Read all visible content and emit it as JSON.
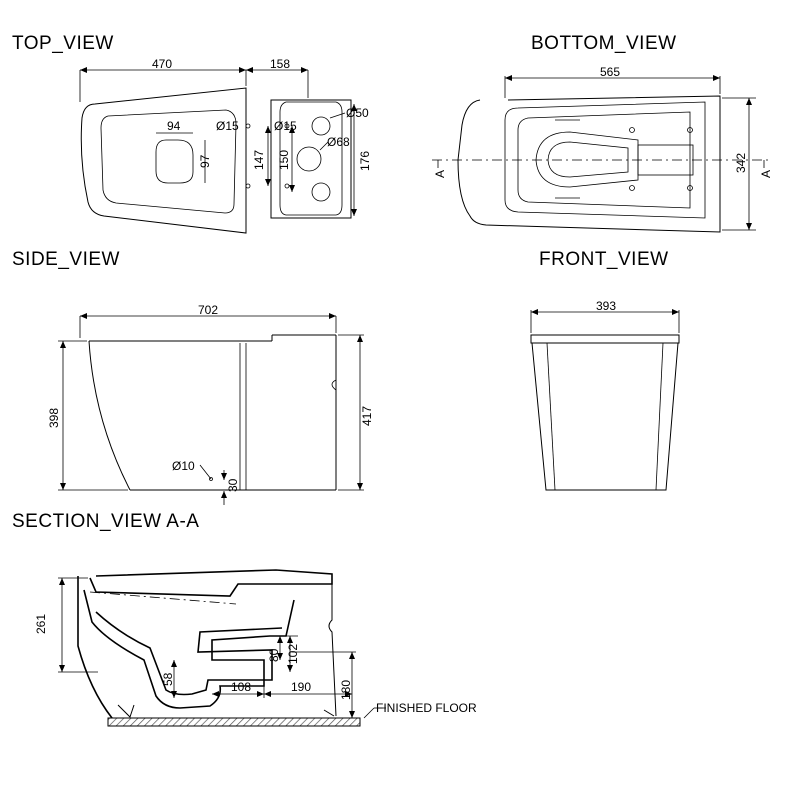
{
  "views": {
    "top": {
      "title": "TOP_VIEW",
      "dims": {
        "d470": "470",
        "d158": "158",
        "d15a": "Ø15",
        "d15b": "Ø15",
        "d94": "94",
        "d97": "97",
        "d147": "147",
        "d150": "150",
        "d176": "176",
        "d50": "Ø50",
        "d68": "Ø68"
      }
    },
    "bottom": {
      "title": "BOTTOM_VIEW",
      "dims": {
        "d565": "565",
        "d342": "342",
        "secA_left": "A",
        "secA_right": "A"
      }
    },
    "side": {
      "title": "SIDE_VIEW",
      "dims": {
        "d702": "702",
        "d398": "398",
        "d417": "417",
        "d10": "Ø10",
        "d30": "30"
      }
    },
    "front": {
      "title": "FRONT_VIEW",
      "dims": {
        "d393": "393"
      }
    },
    "section": {
      "title": "SECTION_VIEW  A-A",
      "dims": {
        "d261": "261",
        "d58": "58",
        "d108": "108",
        "d190": "190",
        "d80": "80",
        "d102": "102",
        "d180": "180"
      },
      "floor_label": "FINISHED  FLOOR"
    }
  }
}
